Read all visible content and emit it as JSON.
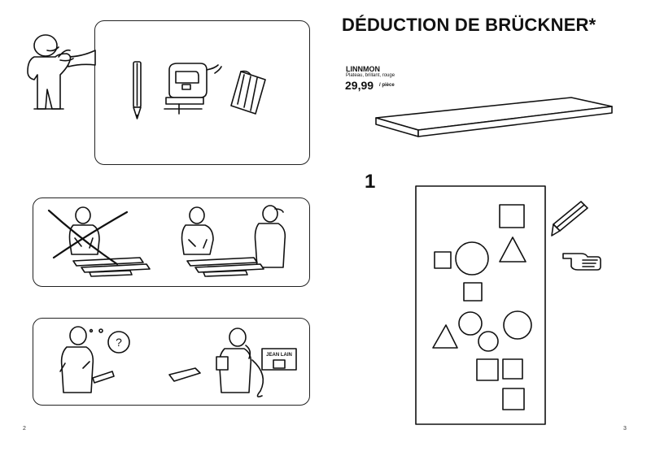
{
  "page_title": "DÉDUCTION DE BRÜCKNER*",
  "product": {
    "name": "LINNMON",
    "description": "Plateau, brillant, rouge",
    "price": "29,99",
    "unit": "/ pièce"
  },
  "step_number": "1",
  "phone_sign": "JEAN LAIN",
  "question_mark": "?",
  "page_numbers": {
    "left": "2",
    "right": "3"
  }
}
